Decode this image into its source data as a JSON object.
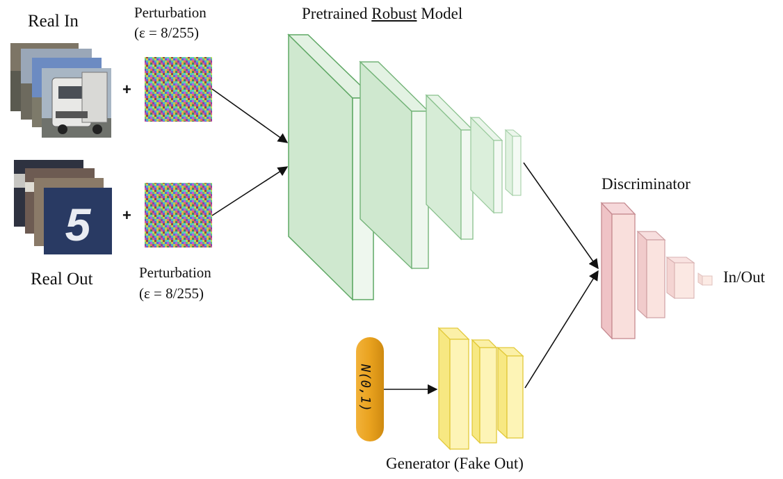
{
  "labels": {
    "real_in": "Real In",
    "real_out": "Real Out",
    "perturbation_top_line1": "Perturbation",
    "perturbation_top_line2": "(ε = 8/255)",
    "perturbation_bottom_line1": "Perturbation",
    "perturbation_bottom_line2": "(ε = 8/255)",
    "pretrained_prefix": "Pretrained ",
    "pretrained_emph": "Robust",
    "pretrained_suffix": " Model",
    "discriminator": "Discriminator",
    "in_out": "In/Out",
    "noise": "N(0,1)",
    "generator": "Generator (Fake Out)",
    "plus": "+"
  },
  "colors": {
    "robust_model": "#cfe8cf",
    "robust_edge": "#5fa865",
    "discriminator": "#f4cdcd",
    "discriminator_edge": "#c58a90",
    "generator": "#fbef98",
    "generator_edge": "#e2c93a",
    "noise": "#e3a320"
  }
}
